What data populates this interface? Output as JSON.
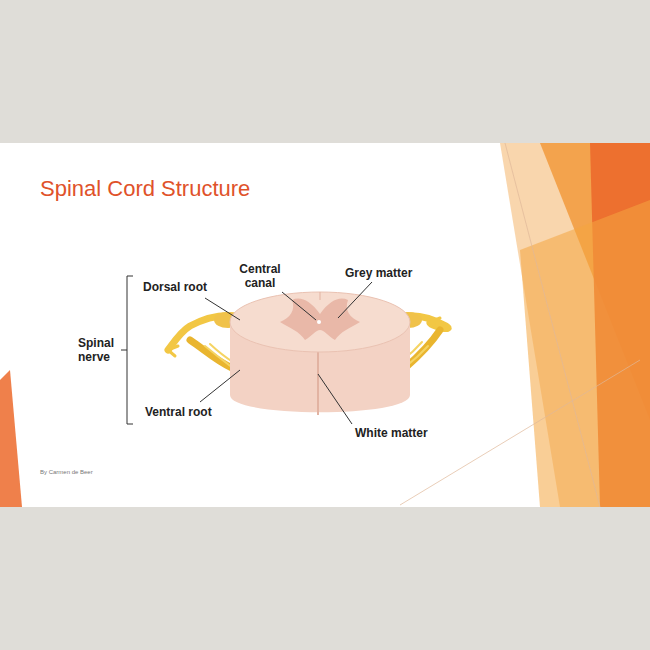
{
  "diagram": {
    "title": "Spinal Cord Structure",
    "labels": [
      "Dorsal root",
      "Central canal",
      "Grey matter",
      "Spinal nerve",
      "Ventral root",
      "White matter",
      "By Carmen de Beer"
    ]
  }
}
